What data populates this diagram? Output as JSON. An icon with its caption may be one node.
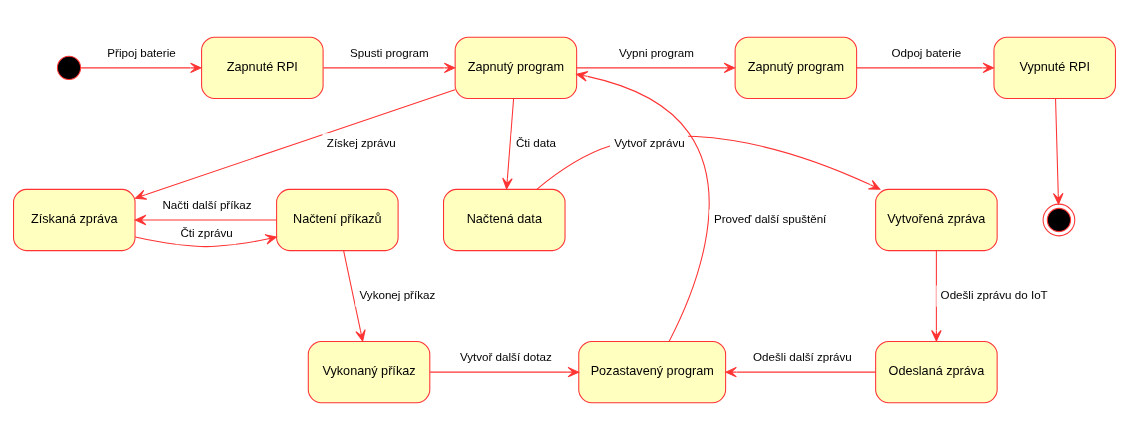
{
  "diagram": {
    "nodes": [
      {
        "text": [],
        "shape": "circle"
      },
      {
        "text": [
          "Zapnuté RPI"
        ]
      },
      {
        "text": [
          "Zapnutý program"
        ]
      },
      {
        "text": [
          "Zapnutý program"
        ]
      },
      {
        "text": [
          "Vypnuté RPI"
        ]
      },
      {
        "text": [],
        "shape": "circle"
      },
      {
        "text": [
          "Načtení příkazů"
        ]
      },
      {
        "text": [
          "Získaná zpráva"
        ]
      },
      {
        "text": [
          "Načtená data"
        ]
      },
      {
        "text": [
          "Vytvořená zpráva"
        ]
      },
      {
        "text": [
          "Vykonaný příkaz"
        ]
      },
      {
        "text": [
          "Pozastavený program"
        ]
      },
      {
        "text": [
          "Odeslaná zpráva"
        ]
      }
    ],
    "edges": [
      {
        "from": 0,
        "to": 1,
        "arrow": "to",
        "label": "Připoj baterie"
      },
      {
        "from": 1,
        "to": 2,
        "arrow": "to",
        "label": "Spusti program"
      },
      {
        "from": 2,
        "to": 3,
        "arrow": "to",
        "label": "Vypni program"
      },
      {
        "from": 3,
        "to": 4,
        "arrow": "to",
        "label": "Odpoj baterie"
      },
      {
        "from": 4,
        "to": 5,
        "arrow": "to"
      },
      {
        "from": 2,
        "to": 7,
        "arrow": "to",
        "label": "Získej zprávu"
      },
      {
        "from": 7,
        "to": 6,
        "arrow": "to",
        "label": "Čti zprávu"
      },
      {
        "from": 6,
        "to": 7,
        "arrow": "to",
        "label": "Načti další příkaz"
      },
      {
        "from": 6,
        "to": 10,
        "arrow": "to",
        "label": "Vykonej příkaz"
      },
      {
        "from": 10,
        "to": 11,
        "arrow": "to",
        "label": "Vytvoř další dotaz"
      },
      {
        "from": 11,
        "to": 2,
        "arrow": "to",
        "label": "Proveď další spuštění"
      },
      {
        "from": 2,
        "to": 8,
        "arrow": "to",
        "label": "Čti data"
      },
      {
        "from": 8,
        "to": 9,
        "arrow": "to",
        "label": "Vytvoř zprávu"
      },
      {
        "from": 9,
        "to": 12,
        "arrow": "to",
        "label": "Odešli zprávu do IoT"
      },
      {
        "from": 12,
        "to": 11,
        "arrow": "to",
        "label": "Odešli další zprávu"
      }
    ]
  }
}
